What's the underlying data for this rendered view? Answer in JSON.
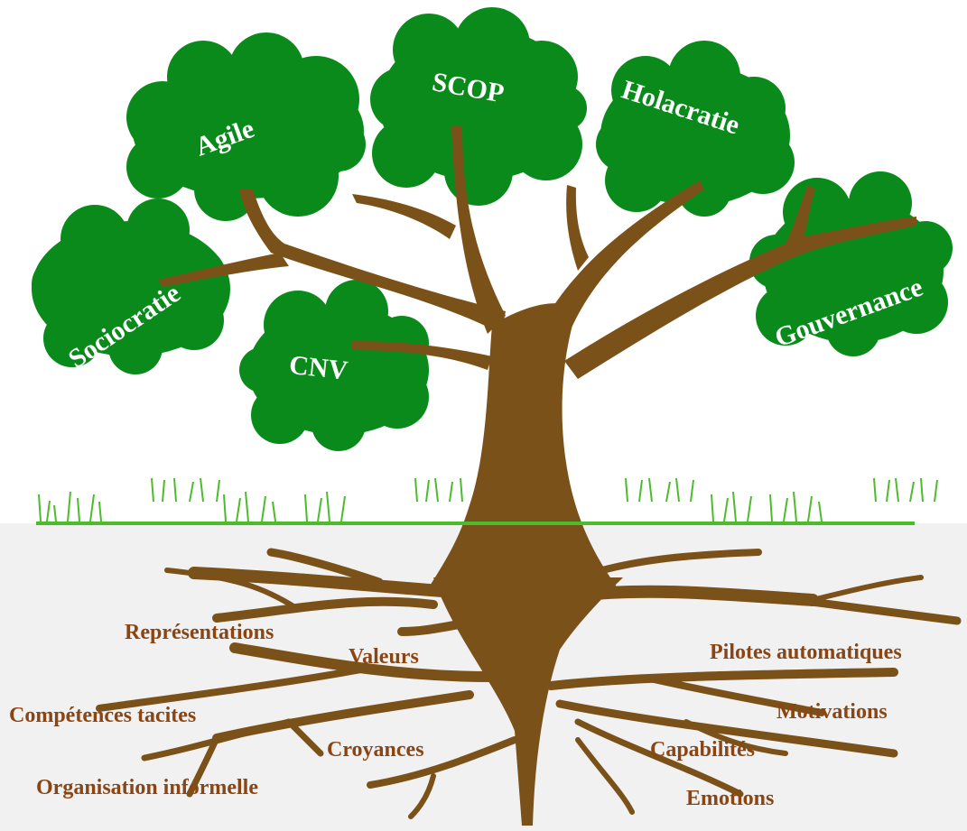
{
  "colors": {
    "foliage": "#0a8a1a",
    "trunk": "#7a5118",
    "grass": "#4cbc2c",
    "ground": "#f1f1f1",
    "sky": "#ffffff",
    "root_label": "#8b4513",
    "leaf_label": "#ffffff"
  },
  "leaves": [
    {
      "id": "agile",
      "label": "Agile"
    },
    {
      "id": "scop",
      "label": "SCOP"
    },
    {
      "id": "holacratie",
      "label": "Holacratie"
    },
    {
      "id": "sociocratie",
      "label": "Sociocratie"
    },
    {
      "id": "cnv",
      "label": "CNV"
    },
    {
      "id": "gouvernance",
      "label": "Gouvernance"
    }
  ],
  "roots": [
    {
      "id": "representations",
      "label": "Représentations"
    },
    {
      "id": "valeurs",
      "label": "Valeurs"
    },
    {
      "id": "competences",
      "label": "Compétences tacites"
    },
    {
      "id": "croyances",
      "label": "Croyances"
    },
    {
      "id": "organisation",
      "label": "Organisation informelle"
    },
    {
      "id": "pilotes",
      "label": "Pilotes automatiques"
    },
    {
      "id": "motivations",
      "label": "Motivations"
    },
    {
      "id": "capabilites",
      "label": "Capabilités"
    },
    {
      "id": "emotions",
      "label": "Emotions"
    }
  ]
}
